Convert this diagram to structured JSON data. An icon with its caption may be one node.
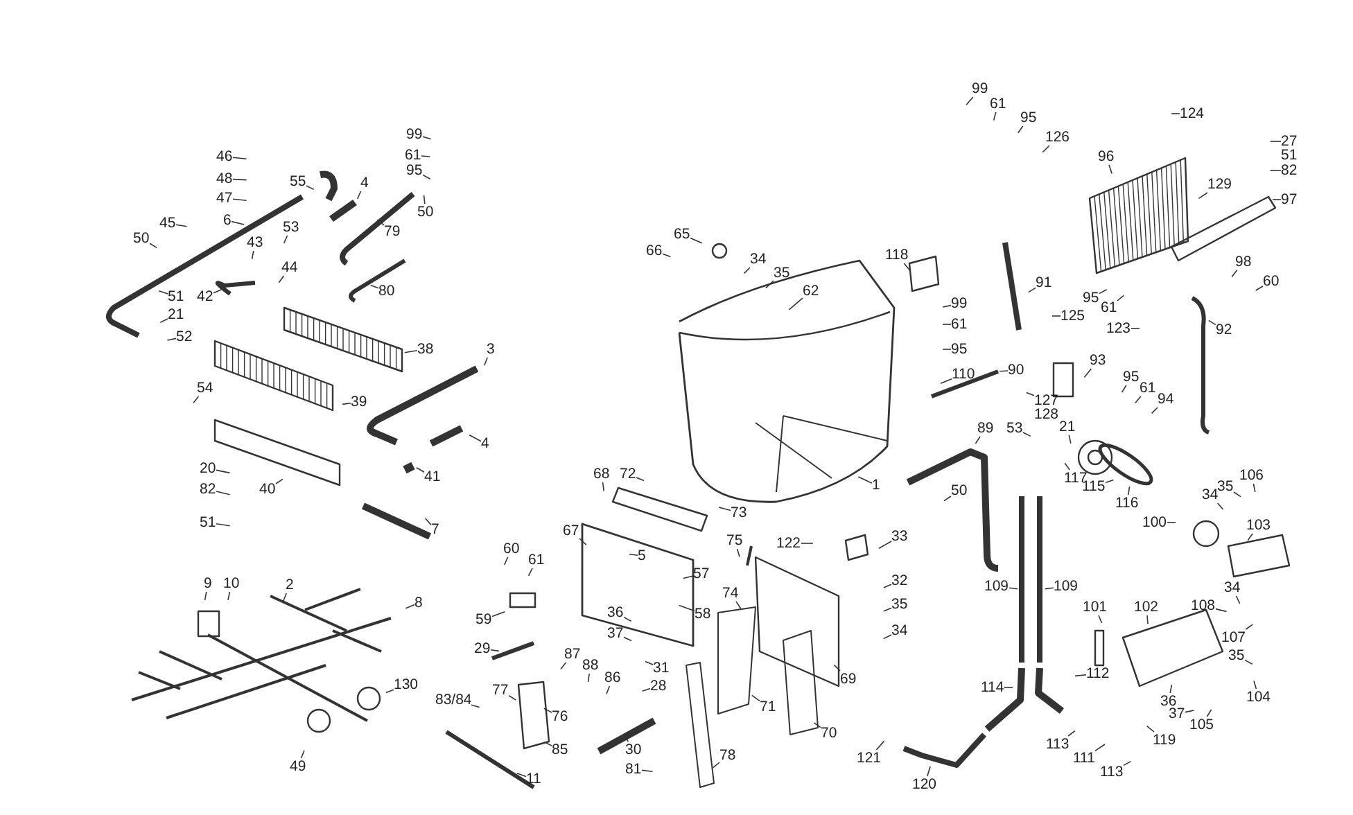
{
  "diagram": {
    "nodes": [
      {
        "text": [
          "46"
        ]
      },
      {
        "text": [
          "48"
        ]
      },
      {
        "text": [
          "47"
        ]
      },
      {
        "text": [
          "6"
        ]
      },
      {
        "text": [
          "45"
        ]
      },
      {
        "text": [
          "50"
        ]
      },
      {
        "text": [
          "55"
        ]
      },
      {
        "text": [
          "4"
        ]
      },
      {
        "text": [
          "99"
        ]
      },
      {
        "text": [
          "61"
        ]
      },
      {
        "text": [
          "95"
        ]
      },
      {
        "text": [
          "50"
        ]
      },
      {
        "text": [
          "79"
        ]
      },
      {
        "text": [
          "53"
        ]
      },
      {
        "text": [
          "43"
        ]
      },
      {
        "text": [
          "44"
        ]
      },
      {
        "text": [
          "42"
        ]
      },
      {
        "text": [
          "80"
        ]
      },
      {
        "text": [
          "51"
        ]
      },
      {
        "text": [
          "21"
        ]
      },
      {
        "text": [
          "52"
        ]
      },
      {
        "text": [
          "38"
        ]
      },
      {
        "text": [
          "3"
        ]
      },
      {
        "text": [
          "54"
        ]
      },
      {
        "text": [
          "39"
        ]
      },
      {
        "text": [
          "4"
        ]
      },
      {
        "text": [
          "41"
        ]
      },
      {
        "text": [
          "20"
        ]
      },
      {
        "text": [
          "82"
        ]
      },
      {
        "text": [
          "40"
        ]
      },
      {
        "text": [
          "51"
        ]
      },
      {
        "text": [
          "7"
        ]
      },
      {
        "text": [
          "65"
        ]
      },
      {
        "text": [
          "66"
        ]
      },
      {
        "text": [
          "34"
        ]
      },
      {
        "text": [
          "35"
        ]
      },
      {
        "text": [
          "62"
        ]
      },
      {
        "text": [
          "118"
        ]
      },
      {
        "text": [
          "1"
        ]
      },
      {
        "text": [
          "99"
        ]
      },
      {
        "text": [
          "61"
        ]
      },
      {
        "text": [
          "95"
        ]
      },
      {
        "text": [
          "126"
        ]
      },
      {
        "text": [
          "124"
        ]
      },
      {
        "text": [
          "96"
        ]
      },
      {
        "text": [
          "27"
        ]
      },
      {
        "text": [
          "82"
        ]
      },
      {
        "text": [
          "129"
        ]
      },
      {
        "text": [
          "97"
        ]
      },
      {
        "text": [
          "91"
        ]
      },
      {
        "text": [
          "95"
        ]
      },
      {
        "text": [
          "61"
        ]
      },
      {
        "text": [
          "98"
        ]
      },
      {
        "text": [
          "60"
        ]
      },
      {
        "text": [
          "99"
        ]
      },
      {
        "text": [
          "61"
        ]
      },
      {
        "text": [
          "125"
        ]
      },
      {
        "text": [
          "123"
        ]
      },
      {
        "text": [
          "92"
        ]
      },
      {
        "text": [
          "95"
        ]
      },
      {
        "text": [
          "93"
        ]
      },
      {
        "text": [
          "110"
        ]
      },
      {
        "text": [
          "90"
        ]
      },
      {
        "text": [
          "95"
        ]
      },
      {
        "text": [
          "61"
        ]
      },
      {
        "text": [
          "94"
        ]
      },
      {
        "text": [
          "127"
        ]
      },
      {
        "text": [
          "89"
        ]
      },
      {
        "text": [
          "53"
        ]
      },
      {
        "text": [
          "21"
        ]
      },
      {
        "text": [
          "117"
        ]
      },
      {
        "text": [
          "115"
        ]
      },
      {
        "text": [
          "50"
        ]
      },
      {
        "text": [
          "116"
        ]
      },
      {
        "text": [
          "34"
        ]
      },
      {
        "text": [
          "35"
        ]
      },
      {
        "text": [
          "106"
        ]
      },
      {
        "text": [
          "100"
        ]
      },
      {
        "text": [
          "103"
        ]
      },
      {
        "text": [
          "68"
        ]
      },
      {
        "text": [
          "72"
        ]
      },
      {
        "text": [
          "73"
        ]
      },
      {
        "text": [
          "67"
        ]
      },
      {
        "text": [
          "75"
        ]
      },
      {
        "text": [
          "122"
        ]
      },
      {
        "text": [
          "33"
        ]
      },
      {
        "text": [
          "60"
        ]
      },
      {
        "text": [
          "61"
        ]
      },
      {
        "text": [
          "5"
        ]
      },
      {
        "text": [
          "57"
        ]
      },
      {
        "text": [
          "32"
        ]
      },
      {
        "text": [
          "109"
        ]
      },
      {
        "text": [
          "109"
        ]
      },
      {
        "text": [
          "74"
        ]
      },
      {
        "text": [
          "101"
        ]
      },
      {
        "text": [
          "102"
        ]
      },
      {
        "text": [
          "108"
        ]
      },
      {
        "text": [
          "34"
        ]
      },
      {
        "text": [
          "35"
        ]
      },
      {
        "text": [
          "58"
        ]
      },
      {
        "text": [
          "36"
        ]
      },
      {
        "text": [
          "59"
        ]
      },
      {
        "text": [
          "34"
        ]
      },
      {
        "text": [
          "37"
        ]
      },
      {
        "text": [
          "107"
        ]
      },
      {
        "text": [
          "29"
        ]
      },
      {
        "text": [
          "87"
        ]
      },
      {
        "text": [
          "35"
        ]
      },
      {
        "text": [
          "88"
        ]
      },
      {
        "text": [
          "31"
        ]
      },
      {
        "text": [
          "69"
        ]
      },
      {
        "text": [
          "28"
        ]
      },
      {
        "text": [
          "86"
        ]
      },
      {
        "text": [
          "114"
        ]
      },
      {
        "text": [
          "112"
        ]
      },
      {
        "text": [
          "77"
        ]
      },
      {
        "text": [
          "104"
        ]
      },
      {
        "text": [
          "83/84"
        ]
      },
      {
        "text": [
          "36"
        ]
      },
      {
        "text": [
          "71"
        ]
      },
      {
        "text": [
          "37"
        ]
      },
      {
        "text": [
          "76"
        ]
      },
      {
        "text": [
          "105"
        ]
      },
      {
        "text": [
          "70"
        ]
      },
      {
        "text": [
          "119"
        ]
      },
      {
        "text": [
          "113"
        ]
      },
      {
        "text": [
          "85"
        ]
      },
      {
        "text": [
          "30"
        ]
      },
      {
        "text": [
          "78"
        ]
      },
      {
        "text": [
          "121"
        ]
      },
      {
        "text": [
          "111"
        ]
      },
      {
        "text": [
          "81"
        ]
      },
      {
        "text": [
          "113"
        ]
      },
      {
        "text": [
          "11"
        ]
      },
      {
        "text": [
          "120"
        ]
      },
      {
        "text": [
          "9"
        ]
      },
      {
        "text": [
          "10"
        ]
      },
      {
        "text": [
          "2"
        ]
      },
      {
        "text": [
          "8"
        ]
      },
      {
        "text": [
          "130"
        ]
      },
      {
        "text": [
          "49"
        ]
      }
    ],
    "edges": [
      {
        "from": 0,
        "to": null,
        "arrow": "none"
      },
      {
        "from": 1,
        "to": null,
        "arrow": "none"
      },
      {
        "from": 2,
        "to": null,
        "arrow": "none"
      },
      {
        "from": 3,
        "to": null,
        "arrow": "none"
      },
      {
        "from": 4,
        "to": null,
        "arrow": "none"
      },
      {
        "from": 5,
        "to": null,
        "arrow": "none"
      },
      {
        "from": 6,
        "to": null,
        "arrow": "none"
      },
      {
        "from": 7,
        "to": null,
        "arrow": "none"
      },
      {
        "from": 8,
        "to": null,
        "arrow": "none"
      },
      {
        "from": 9,
        "to": null,
        "arrow": "none"
      },
      {
        "from": 10,
        "to": null,
        "arrow": "none"
      },
      {
        "from": 11,
        "to": null,
        "arrow": "none"
      },
      {
        "from": 12,
        "to": null,
        "arrow": "none"
      },
      {
        "from": 13,
        "to": null,
        "arrow": "none"
      },
      {
        "from": 14,
        "to": null,
        "arrow": "none"
      },
      {
        "from": 15,
        "to": null,
        "arrow": "none"
      },
      {
        "from": 16,
        "to": null,
        "arrow": "none"
      },
      {
        "from": 17,
        "to": null,
        "arrow": "none"
      },
      {
        "from": 18,
        "to": null,
        "arrow": "none"
      },
      {
        "from": 19,
        "to": null,
        "arrow": "none"
      },
      {
        "from": 20,
        "to": null,
        "arrow": "none"
      },
      {
        "from": 21,
        "to": null,
        "arrow": "none"
      },
      {
        "from": 22,
        "to": null,
        "arrow": "none"
      },
      {
        "from": 23,
        "to": null,
        "arrow": "none"
      },
      {
        "from": 24,
        "to": null,
        "arrow": "none"
      },
      {
        "from": 25,
        "to": null,
        "arrow": "none"
      },
      {
        "from": 26,
        "to": null,
        "arrow": "none"
      },
      {
        "from": 27,
        "to": null,
        "arrow": "none"
      },
      {
        "from": 28,
        "to": null,
        "arrow": "none"
      },
      {
        "from": 29,
        "to": null,
        "arrow": "none"
      },
      {
        "from": 30,
        "to": null,
        "arrow": "none"
      },
      {
        "from": 31,
        "to": null,
        "arrow": "none"
      },
      {
        "from": 32,
        "to": null,
        "arrow": "none"
      },
      {
        "from": 33,
        "to": null,
        "arrow": "none"
      },
      {
        "from": 34,
        "to": null,
        "arrow": "none"
      },
      {
        "from": 35,
        "to": null,
        "arrow": "none"
      },
      {
        "from": 36,
        "to": null,
        "arrow": "none"
      },
      {
        "from": 37,
        "to": null,
        "arrow": "none"
      },
      {
        "from": 38,
        "to": null,
        "arrow": "none"
      },
      {
        "from": 39,
        "to": null,
        "arrow": "none"
      },
      {
        "from": 40,
        "to": null,
        "arrow": "none"
      },
      {
        "from": 41,
        "to": null,
        "arrow": "none"
      },
      {
        "from": 42,
        "to": null,
        "arrow": "none"
      },
      {
        "from": 43,
        "to": null,
        "arrow": "none"
      },
      {
        "from": 44,
        "to": null,
        "arrow": "none"
      },
      {
        "from": 45,
        "to": null,
        "arrow": "none"
      },
      {
        "from": 46,
        "to": null,
        "arrow": "none"
      },
      {
        "from": 47,
        "to": null,
        "arrow": "none"
      },
      {
        "from": 48,
        "to": null,
        "arrow": "none"
      },
      {
        "from": 49,
        "to": null,
        "arrow": "none"
      },
      {
        "from": 50,
        "to": null,
        "arrow": "none"
      },
      {
        "from": 51,
        "to": null,
        "arrow": "none"
      },
      {
        "from": 52,
        "to": null,
        "arrow": "none"
      },
      {
        "from": 53,
        "to": null,
        "arrow": "none"
      },
      {
        "from": 54,
        "to": null,
        "arrow": "none"
      },
      {
        "from": 55,
        "to": null,
        "arrow": "none"
      },
      {
        "from": 56,
        "to": null,
        "arrow": "none"
      },
      {
        "from": 57,
        "to": null,
        "arrow": "none"
      },
      {
        "from": 58,
        "to": null,
        "arrow": "none"
      },
      {
        "from": 59,
        "to": null,
        "arrow": "none"
      },
      {
        "from": 60,
        "to": null,
        "arrow": "none"
      },
      {
        "from": 61,
        "to": null,
        "arrow": "none"
      },
      {
        "from": 62,
        "to": null,
        "arrow": "none"
      },
      {
        "from": 63,
        "to": null,
        "arrow": "none"
      },
      {
        "from": 64,
        "to": null,
        "arrow": "none"
      },
      {
        "from": 65,
        "to": null,
        "arrow": "none"
      },
      {
        "from": 66,
        "to": null,
        "arrow": "none"
      },
      {
        "from": 67,
        "to": null,
        "arrow": "none"
      },
      {
        "from": 68,
        "to": null,
        "arrow": "none"
      },
      {
        "from": 69,
        "to": null,
        "arrow": "none"
      },
      {
        "from": 70,
        "to": null,
        "arrow": "none"
      },
      {
        "from": 71,
        "to": null,
        "arrow": "none"
      },
      {
        "from": 72,
        "to": null,
        "arrow": "none"
      },
      {
        "from": 73,
        "to": null,
        "arrow": "none"
      },
      {
        "from": 74,
        "to": null,
        "arrow": "none"
      },
      {
        "from": 75,
        "to": null,
        "arrow": "none"
      },
      {
        "from": 76,
        "to": null,
        "arrow": "none"
      },
      {
        "from": 77,
        "to": null,
        "arrow": "none"
      },
      {
        "from": 78,
        "to": null,
        "arrow": "none"
      },
      {
        "from": 79,
        "to": null,
        "arrow": "none"
      },
      {
        "from": 80,
        "to": null,
        "arrow": "none"
      },
      {
        "from": 81,
        "to": null,
        "arrow": "none"
      },
      {
        "from": 82,
        "to": null,
        "arrow": "none"
      },
      {
        "from": 83,
        "to": null,
        "arrow": "none"
      },
      {
        "from": 84,
        "to": null,
        "arrow": "none"
      },
      {
        "from": 85,
        "to": null,
        "arrow": "none"
      },
      {
        "from": 86,
        "to": null,
        "arrow": "none"
      },
      {
        "from": 87,
        "to": null,
        "arrow": "none"
      },
      {
        "from": 88,
        "to": null,
        "arrow": "none"
      },
      {
        "from": 89,
        "to": null,
        "arrow": "none"
      },
      {
        "from": 90,
        "to": null,
        "arrow": "none"
      },
      {
        "from": 91,
        "to": null,
        "arrow": "none"
      },
      {
        "from": 92,
        "to": null,
        "arrow": "none"
      },
      {
        "from": 93,
        "to": null,
        "arrow": "none"
      },
      {
        "from": 94,
        "to": null,
        "arrow": "none"
      },
      {
        "from": 95,
        "to": null,
        "arrow": "none"
      },
      {
        "from": 96,
        "to": null,
        "arrow": "none"
      },
      {
        "from": 97,
        "to": null,
        "arrow": "none"
      },
      {
        "from": 98,
        "to": null,
        "arrow": "none"
      },
      {
        "from": 99,
        "to": null,
        "arrow": "none"
      },
      {
        "from": 100,
        "to": null,
        "arrow": "none"
      },
      {
        "from": 101,
        "to": null,
        "arrow": "none"
      },
      {
        "from": 102,
        "to": null,
        "arrow": "none"
      },
      {
        "from": 103,
        "to": null,
        "arrow": "none"
      },
      {
        "from": 104,
        "to": null,
        "arrow": "none"
      },
      {
        "from": 105,
        "to": null,
        "arrow": "none"
      },
      {
        "from": 106,
        "to": null,
        "arrow": "none"
      },
      {
        "from": 107,
        "to": null,
        "arrow": "none"
      },
      {
        "from": 108,
        "to": null,
        "arrow": "none"
      },
      {
        "from": 109,
        "to": null,
        "arrow": "none"
      },
      {
        "from": 110,
        "to": null,
        "arrow": "none"
      },
      {
        "from": 111,
        "to": null,
        "arrow": "none"
      },
      {
        "from": 112,
        "to": null,
        "arrow": "none"
      },
      {
        "from": 113,
        "to": null,
        "arrow": "none"
      },
      {
        "from": 114,
        "to": null,
        "arrow": "none"
      },
      {
        "from": 115,
        "to": null,
        "arrow": "none"
      },
      {
        "from": 116,
        "to": null,
        "arrow": "none"
      },
      {
        "from": 117,
        "to": null,
        "arrow": "none"
      },
      {
        "from": 118,
        "to": null,
        "arrow": "none"
      },
      {
        "from": 119,
        "to": null,
        "arrow": "none"
      },
      {
        "from": 120,
        "to": null,
        "arrow": "none"
      },
      {
        "from": 121,
        "to": null,
        "arrow": "none"
      },
      {
        "from": 122,
        "to": null,
        "arrow": "none"
      },
      {
        "from": 123,
        "to": null,
        "arrow": "none"
      },
      {
        "from": 124,
        "to": null,
        "arrow": "none"
      },
      {
        "from": 125,
        "to": null,
        "arrow": "none"
      },
      {
        "from": 126,
        "to": null,
        "arrow": "none"
      },
      {
        "from": 127,
        "to": null,
        "arrow": "none"
      },
      {
        "from": 128,
        "to": null,
        "arrow": "none"
      },
      {
        "from": 129,
        "to": null,
        "arrow": "none"
      },
      {
        "from": 130,
        "to": null,
        "arrow": "none"
      },
      {
        "from": 131,
        "to": null,
        "arrow": "none"
      },
      {
        "from": 132,
        "to": null,
        "arrow": "none"
      },
      {
        "from": 133,
        "to": null,
        "arrow": "none"
      },
      {
        "from": 134,
        "to": null,
        "arrow": "none"
      },
      {
        "from": 135,
        "to": null,
        "arrow": "none"
      },
      {
        "from": 136,
        "to": null,
        "arrow": "none"
      },
      {
        "from": 137,
        "to": null,
        "arrow": "none"
      },
      {
        "from": 138,
        "to": null,
        "arrow": "none"
      },
      {
        "from": 139,
        "to": null,
        "arrow": "none"
      },
      {
        "from": 140,
        "to": null,
        "arrow": "none"
      }
    ],
    "labels": [
      "51",
      "128"
    ]
  }
}
